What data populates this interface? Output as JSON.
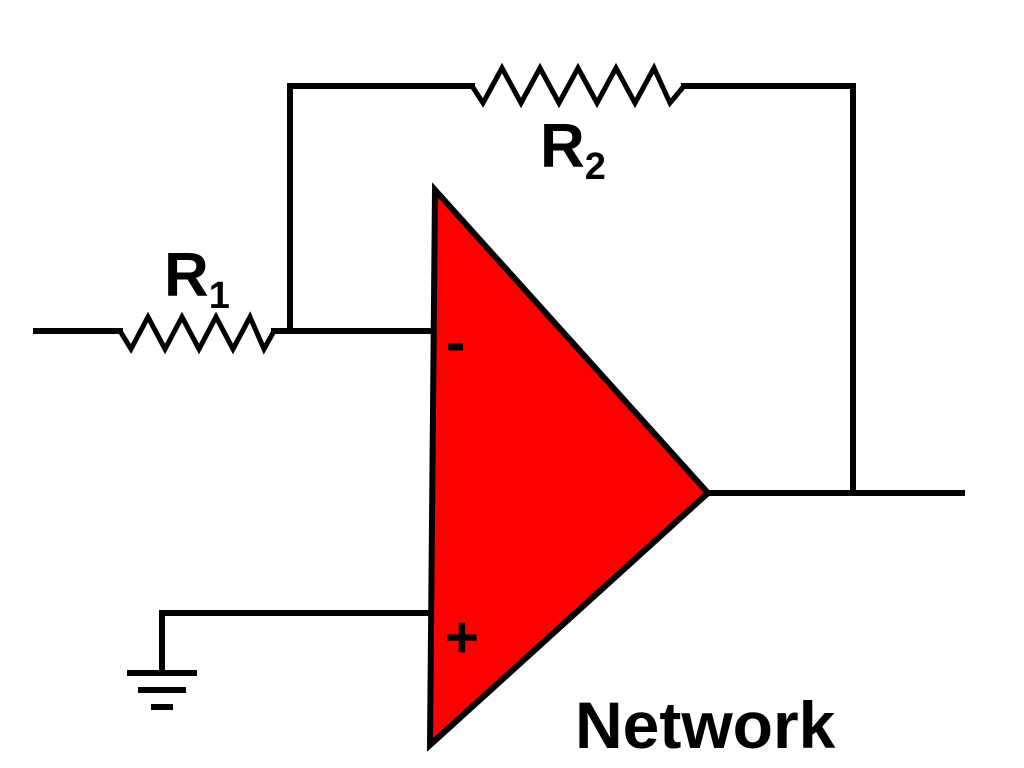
{
  "diagram": {
    "resistor_1": {
      "letter": "R",
      "subscript": "1"
    },
    "resistor_2": {
      "letter": "R",
      "subscript": "2"
    },
    "opamp": {
      "inverting_symbol": "-",
      "noninverting_symbol": "+",
      "fill_color": "#ff0000"
    },
    "caption": "Network"
  }
}
